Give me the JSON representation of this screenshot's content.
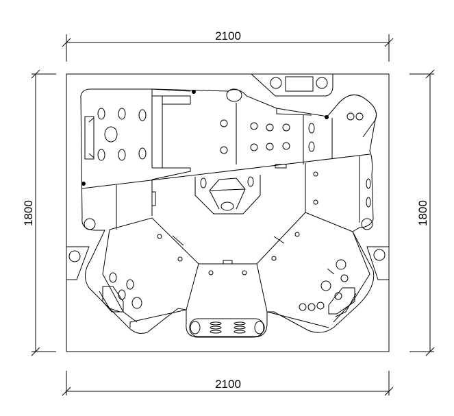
{
  "dimensions": {
    "top_width": "2100",
    "bottom_width": "2100",
    "left_height": "1800",
    "right_height": "1800"
  }
}
